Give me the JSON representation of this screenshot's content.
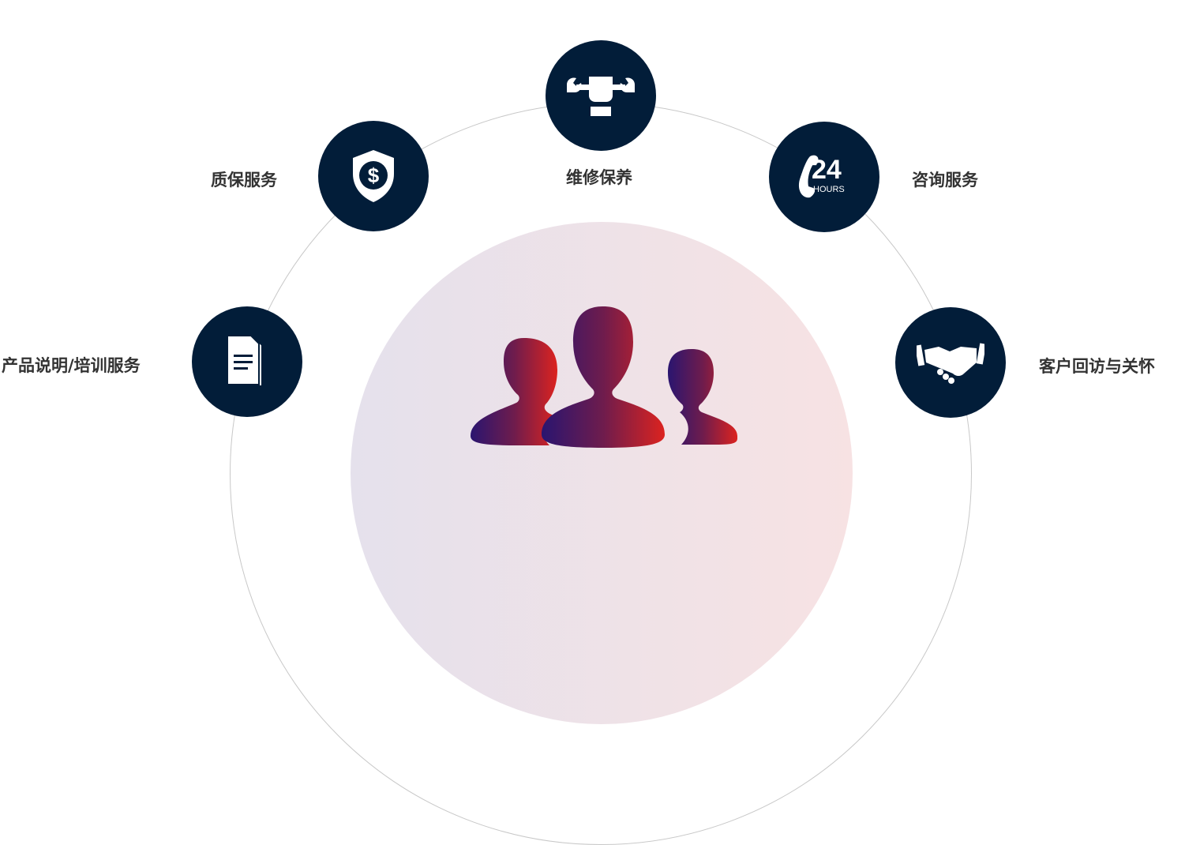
{
  "services": [
    {
      "label": "维修保养",
      "icon": "wrench-fist-icon"
    },
    {
      "label": "质保服务",
      "icon": "shield-dollar-icon"
    },
    {
      "label": "咨询服务",
      "icon": "phone-24-hours-icon",
      "icon_text": "24",
      "icon_subtext": "HOURS"
    },
    {
      "label": "产品说明/培训服务",
      "icon": "documents-icon"
    },
    {
      "label": "客户回访与关怀",
      "icon": "handshake-icon"
    }
  ],
  "colors": {
    "node": "#021d39",
    "gradient_start": "#2a1570",
    "gradient_end": "#dc231f"
  }
}
